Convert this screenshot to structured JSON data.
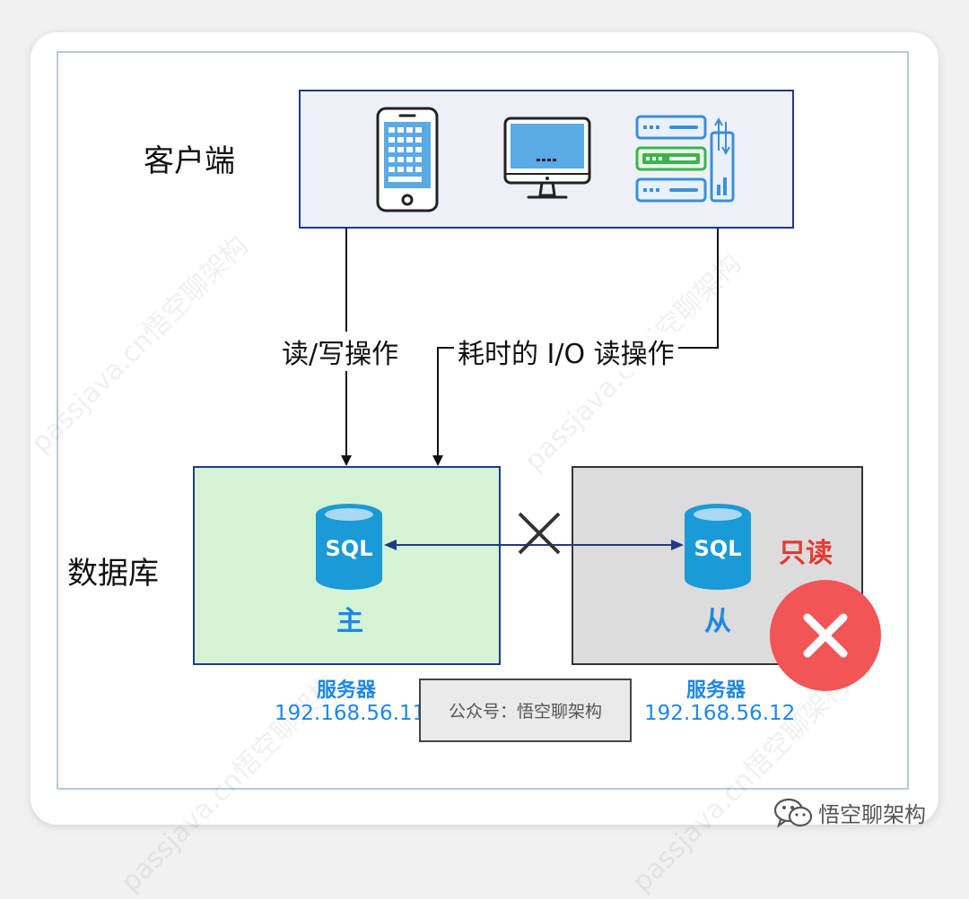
{
  "sections": {
    "client_label": "客户端",
    "database_label": "数据库"
  },
  "edges": {
    "read_write": "读/写操作",
    "io_read": "耗时的 I/O 读操作"
  },
  "master": {
    "db_text": "SQL",
    "role": "主",
    "server_label": "服务器",
    "ip": "192.168.56.11"
  },
  "slave": {
    "db_text": "SQL",
    "role": "从",
    "readonly_label": "只读",
    "server_label": "服务器",
    "ip": "192.168.56.12"
  },
  "watermark_box": "公众号：悟空聊架构",
  "footer_watermark": "悟空聊架构",
  "background_watermark": "passjava.cn悟空聊架构",
  "client_icons": [
    "mobile-phone-icon",
    "desktop-monitor-icon",
    "server-rack-icon"
  ],
  "status_icons": [
    "replication-broken-x-icon",
    "error-cross-icon"
  ],
  "colors": {
    "master_fill": "#d4f2d4",
    "slave_fill": "#dcdcdc",
    "client_fill": "#edf0f7",
    "border_blue": "#1f3a8a",
    "accent_blue": "#1e88e5",
    "sql_blue": "#1a9ad6",
    "error_red": "#f25555",
    "readonly_red": "#e53935"
  }
}
